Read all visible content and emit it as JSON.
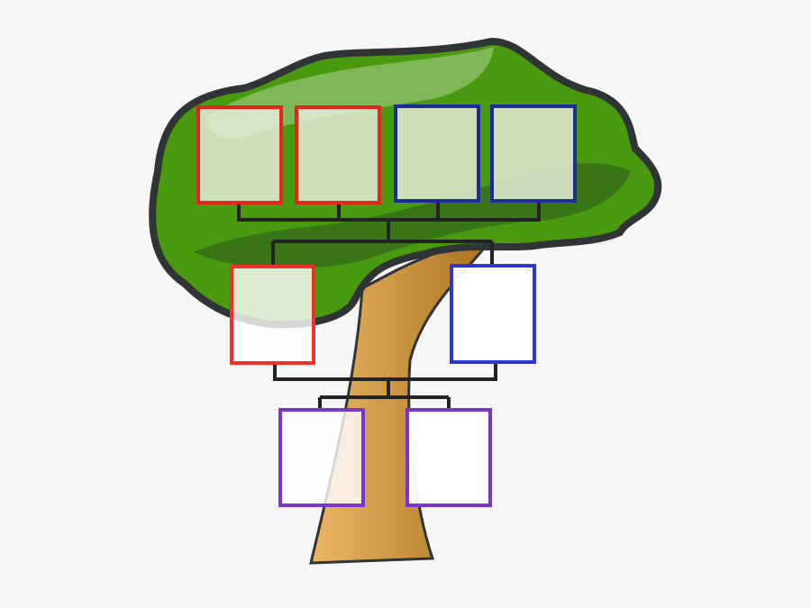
{
  "colors": {
    "background": "#f6f6f6",
    "canopy": "#4a9a10",
    "canopy_shadow": "#2f5e1a",
    "outline": "#303436",
    "trunk_light": "#ebb766",
    "trunk_dark": "#a8701c",
    "box_fill": "#e4ecd8",
    "box_fill_lower": "#ffffff",
    "red": "#e8231c",
    "blue": "#1c2a9c",
    "blue_mid": "#2e35d0",
    "purple": "#7b35c9",
    "connector": "#222222"
  },
  "tree": {
    "generations": [
      {
        "members": [
          "red",
          "red",
          "blue",
          "blue"
        ]
      },
      {
        "members": [
          "red",
          "blue"
        ]
      },
      {
        "members": [
          "purple",
          "purple"
        ]
      }
    ]
  }
}
